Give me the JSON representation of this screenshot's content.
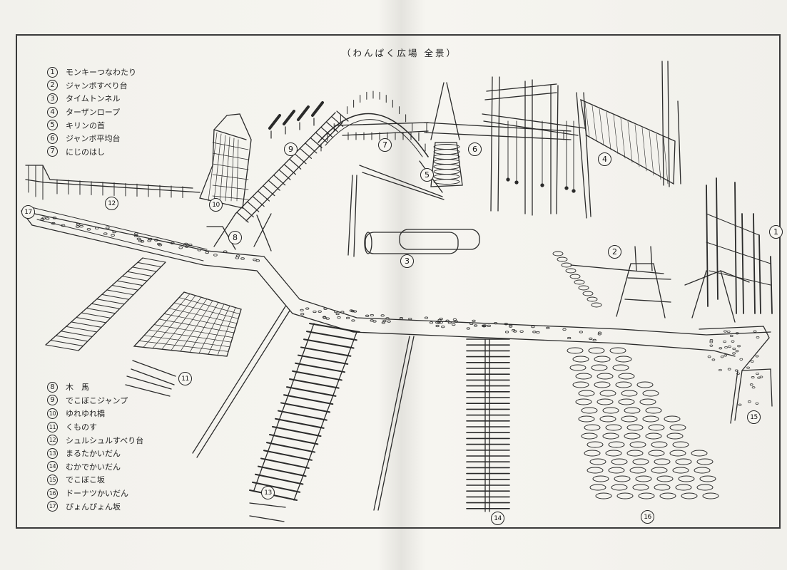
{
  "title": "（わんぱく広場 全景）",
  "legend_top": [
    {
      "num": "1",
      "label": "モンキーつなわたり"
    },
    {
      "num": "2",
      "label": "ジャンボすべり台"
    },
    {
      "num": "3",
      "label": "タイムトンネル"
    },
    {
      "num": "4",
      "label": "ターザンロープ"
    },
    {
      "num": "5",
      "label": "キリンの首"
    },
    {
      "num": "6",
      "label": "ジャンボ平均台"
    },
    {
      "num": "7",
      "label": "にじのはし"
    }
  ],
  "legend_bottom": [
    {
      "num": "8",
      "label": "木　馬"
    },
    {
      "num": "9",
      "label": "でこぼこジャンプ"
    },
    {
      "num": "10",
      "label": "ゆれゆれ橋"
    },
    {
      "num": "11",
      "label": "くものす"
    },
    {
      "num": "12",
      "label": "シュルシュルすべり台"
    },
    {
      "num": "13",
      "label": "まるたかいだん"
    },
    {
      "num": "14",
      "label": "むかでかいだん"
    },
    {
      "num": "15",
      "label": "でこぼこ坂"
    },
    {
      "num": "16",
      "label": "ドーナツかいだん"
    },
    {
      "num": "17",
      "label": "ぴょんぴょん坂"
    }
  ],
  "callouts": {
    "c1": "1",
    "c2": "2",
    "c3": "3",
    "c4": "4",
    "c5": "5",
    "c6": "6",
    "c7": "7",
    "c8": "8",
    "c9": "9",
    "c10": "10",
    "c11": "11",
    "c12": "12",
    "c13": "13",
    "c14": "14",
    "c15": "15",
    "c16": "16",
    "c17": "17"
  }
}
